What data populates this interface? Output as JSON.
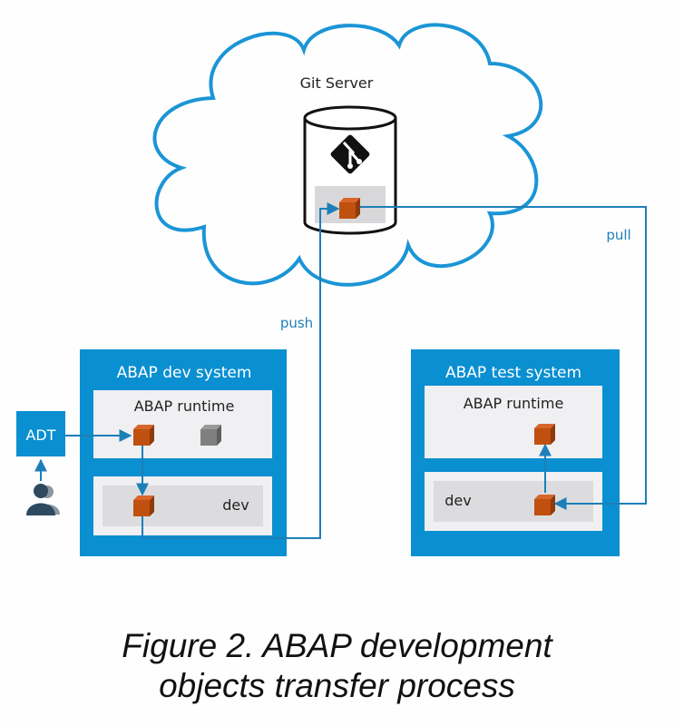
{
  "colors": {
    "sap_blue": "#0a8fd1",
    "inner_panel": "#f0f0f2",
    "dev_panel": "#dcdcde",
    "object_orange": "#c0500f",
    "object_gray": "#7f7f7f",
    "connector": "#1d7fb8",
    "user_icon": "#2e4a60",
    "text_dark": "#222222",
    "text_light": "#ffffff"
  },
  "git_server": {
    "label": "Git Server",
    "logo_icon": "git-logo-icon"
  },
  "dev_system": {
    "title": "ABAP dev system",
    "runtime_label": "ABAP runtime",
    "package_label": "dev"
  },
  "test_system": {
    "title": "ABAP test system",
    "runtime_label": "ABAP runtime",
    "package_label": "dev"
  },
  "adt": {
    "label": "ADT"
  },
  "user": {
    "icon": "users-icon"
  },
  "flows": {
    "push_label": "push",
    "pull_label": "pull"
  },
  "caption": {
    "line1": "Figure 2. ABAP development",
    "line2": "objects transfer process"
  }
}
